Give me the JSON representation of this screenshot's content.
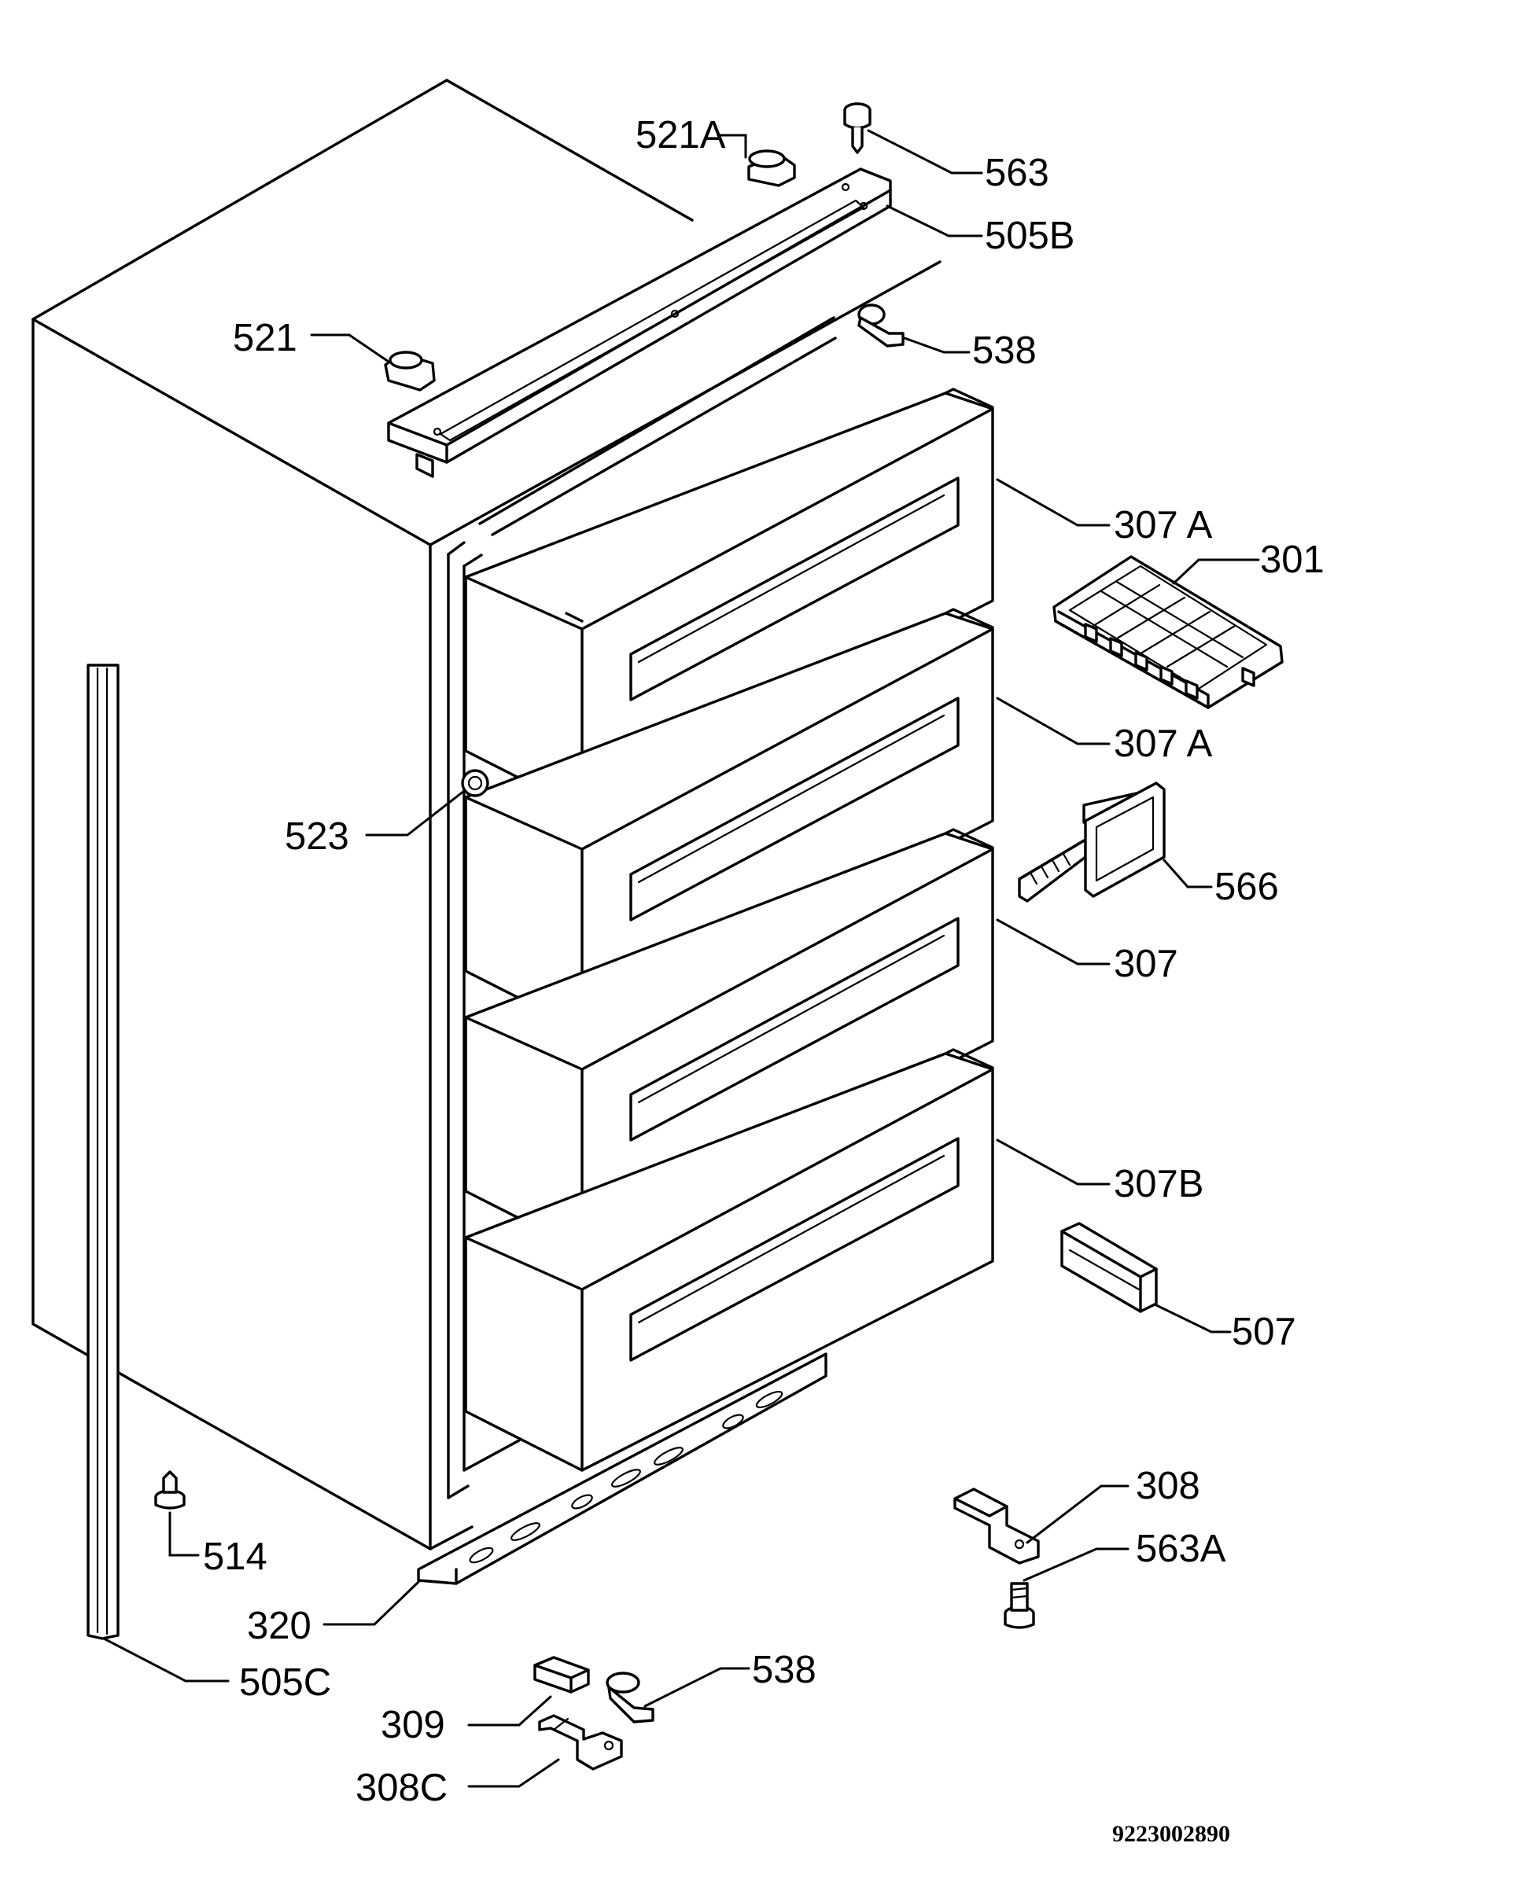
{
  "labels": {
    "l521A": "521A",
    "l563": "563",
    "l505B": "505B",
    "l521": "521",
    "l538_top": "538",
    "l307A_1": "307 A",
    "l301": "301",
    "l307A_2": "307 A",
    "l523": "523",
    "l566": "566",
    "l307": "307",
    "l307B": "307B",
    "l507": "507",
    "l308": "308",
    "l563A": "563A",
    "l514": "514",
    "l320": "320",
    "l505C": "505C",
    "l538_bottom": "538",
    "l309": "309",
    "l308C": "308C"
  },
  "drawing_code": "9223002890"
}
